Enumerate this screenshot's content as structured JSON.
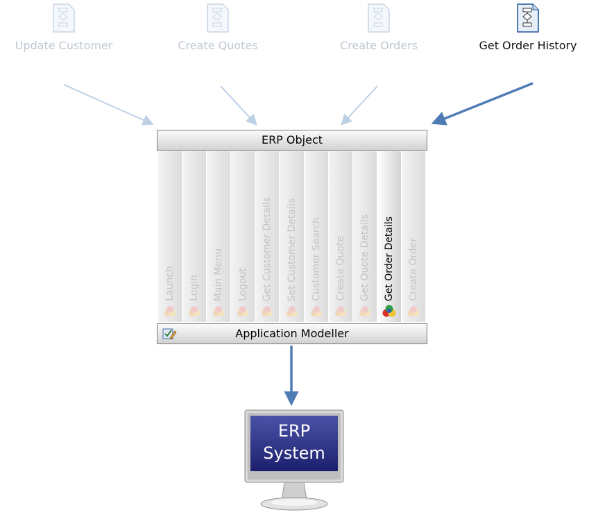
{
  "processes": [
    {
      "label": "Update Customer",
      "active": false
    },
    {
      "label": "Create Quotes",
      "active": false
    },
    {
      "label": "Create Orders",
      "active": false
    },
    {
      "label": "Get Order History",
      "active": true
    }
  ],
  "object": {
    "title": "ERP Object",
    "actions": [
      {
        "label": "Launch",
        "active": false
      },
      {
        "label": "Login",
        "active": false
      },
      {
        "label": "Main Menu",
        "active": false
      },
      {
        "label": "Logout",
        "active": false
      },
      {
        "label": "Get Customer Details",
        "active": false
      },
      {
        "label": "Set Customer Details",
        "active": false
      },
      {
        "label": "Customer Search",
        "active": false
      },
      {
        "label": "Create Quote",
        "active": false
      },
      {
        "label": "Get Quote Details",
        "active": false
      },
      {
        "label": "Get Order Details",
        "active": true
      },
      {
        "label": "Create Order",
        "active": false
      }
    ]
  },
  "modeller": {
    "label": "Application Modeller"
  },
  "system": {
    "line1": "ERP",
    "line2": "System"
  },
  "colors": {
    "arrow_active": "#4f7cb5",
    "arrow_faded": "#bcd0e6",
    "text_faded": "#bfc8d1",
    "screen": "#2a2f86"
  }
}
